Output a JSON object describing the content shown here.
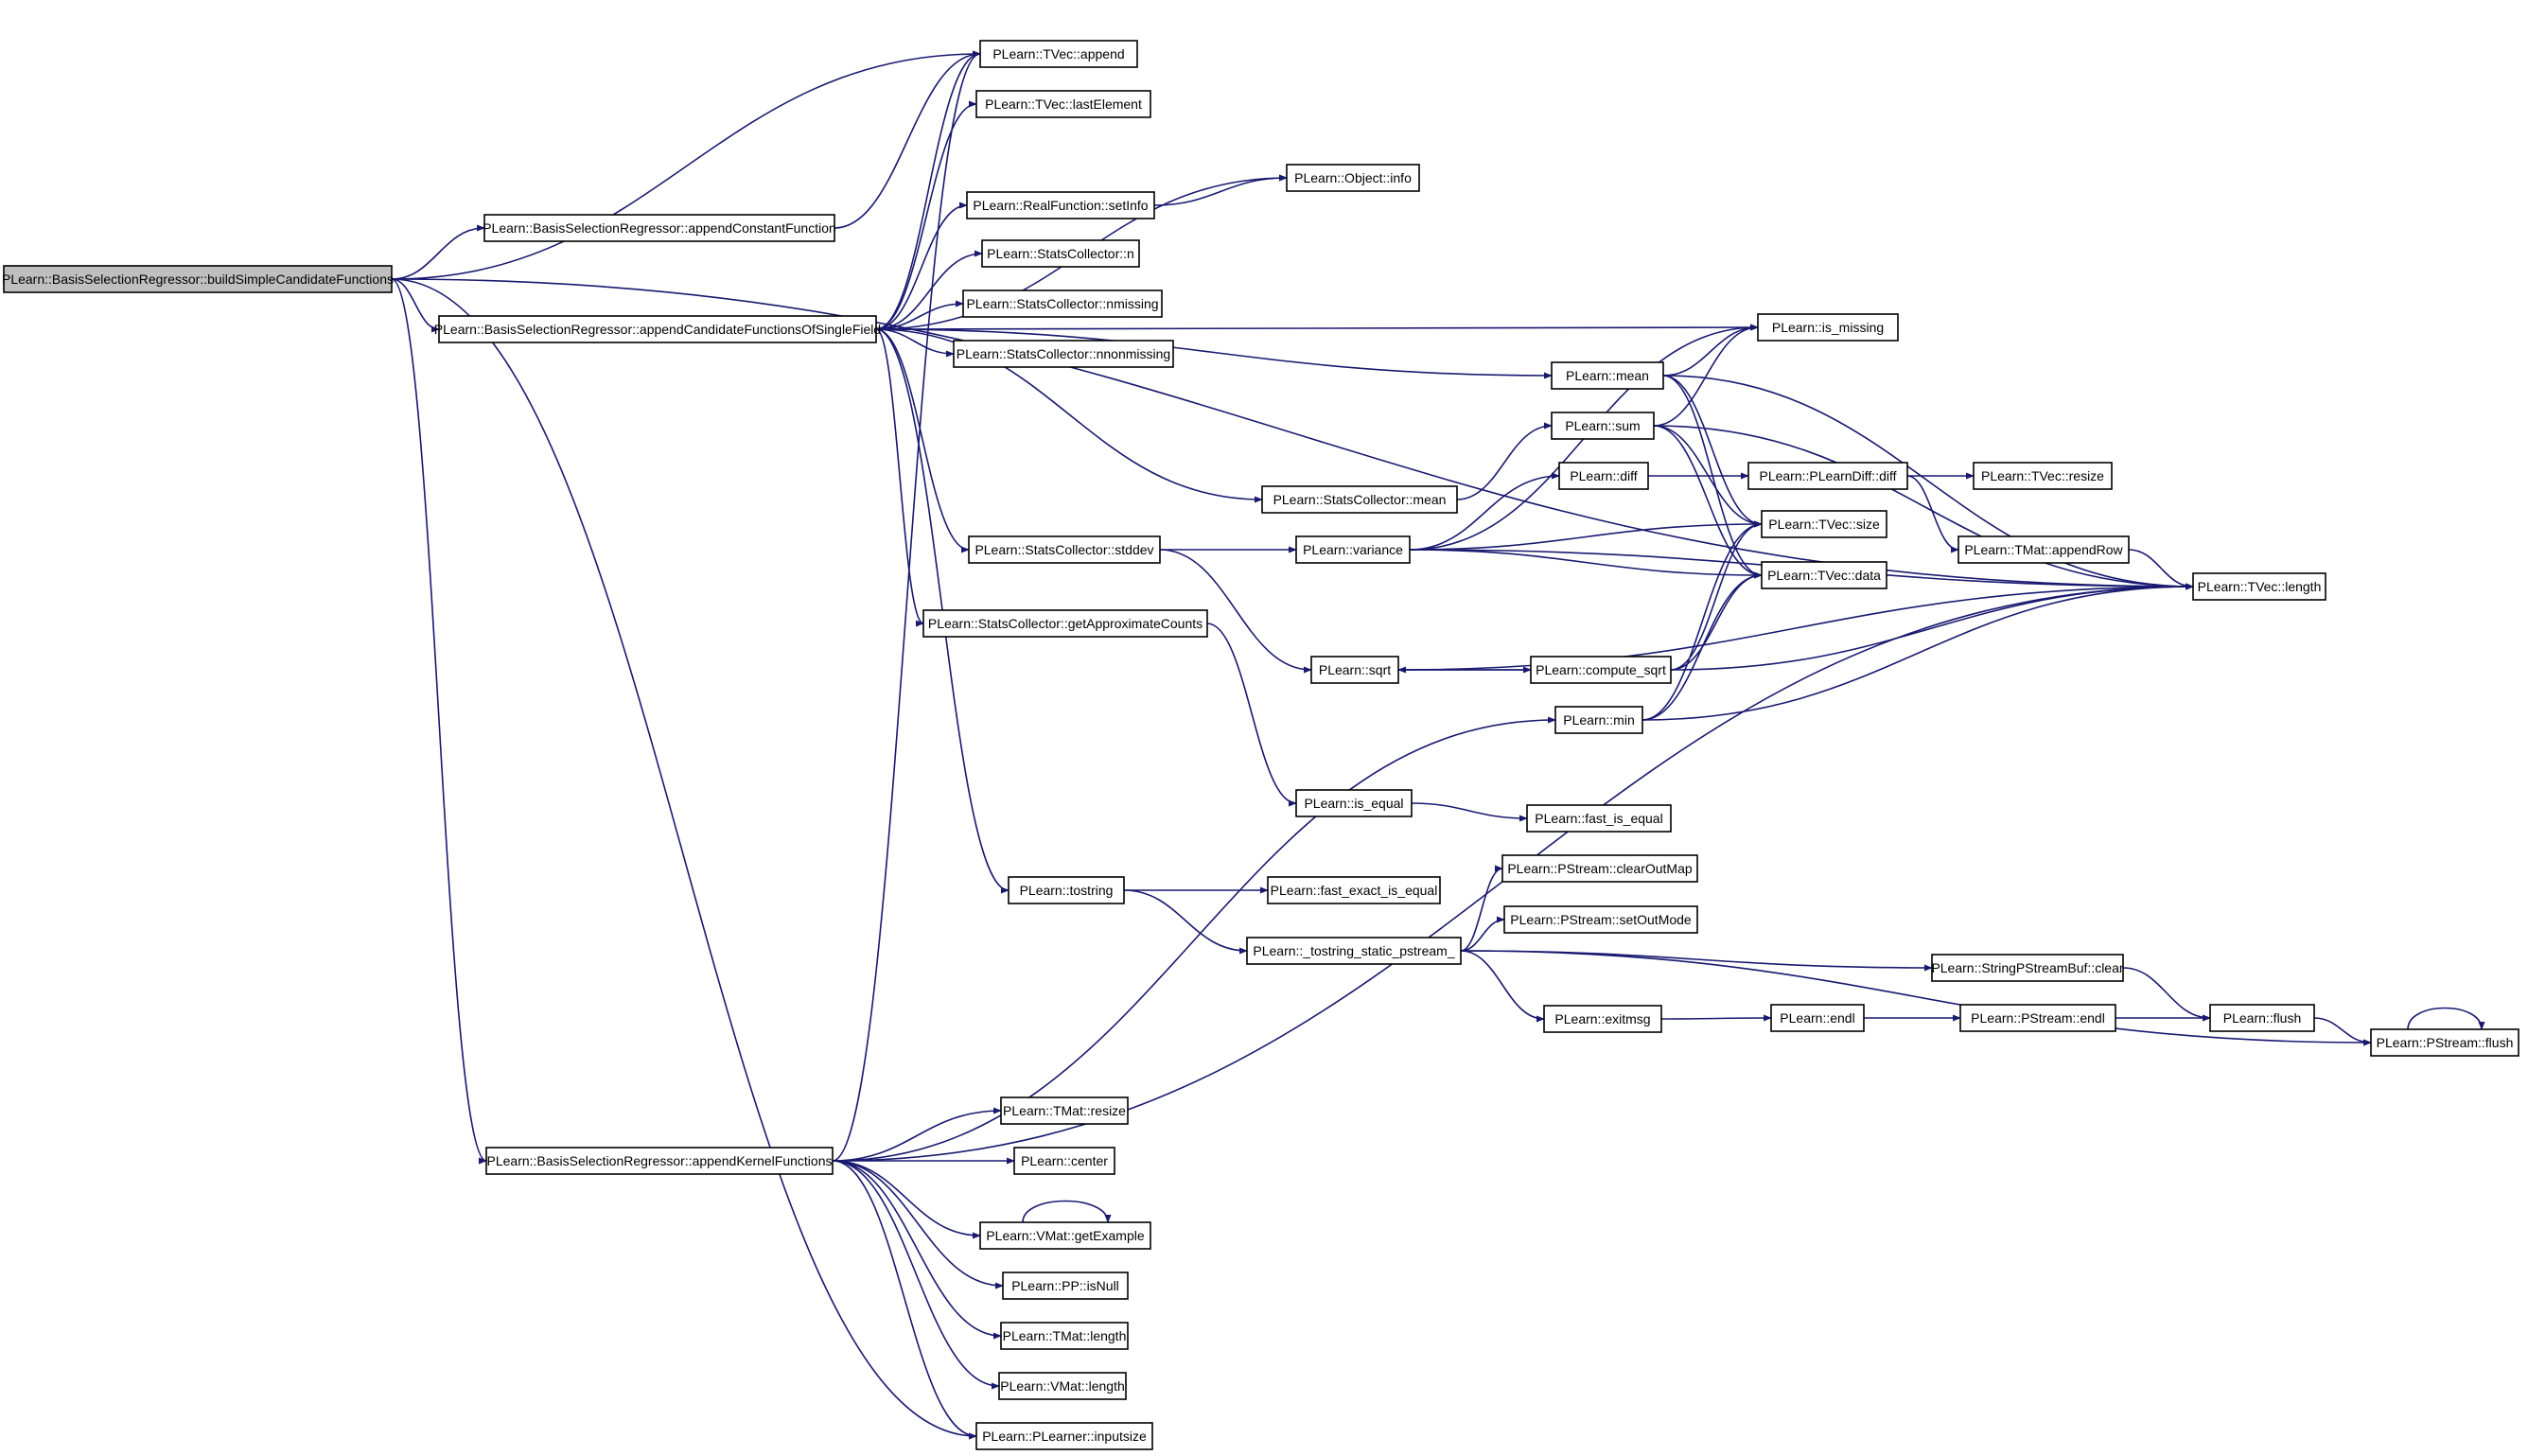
{
  "diagram": {
    "title": "",
    "edge_color": "#191970",
    "root_fill": "#bfbfbf",
    "nodes": [
      {
        "id": "root",
        "label": "PLearn::BasisSelectionRegressor::buildSimpleCandidateFunctions"
      },
      {
        "id": "appendConst",
        "label": "PLearn::BasisSelectionRegressor::appendConstantFunction"
      },
      {
        "id": "appendCand",
        "label": "PLearn::BasisSelectionRegressor::appendCandidateFunctionsOfSingleField"
      },
      {
        "id": "appendKernel",
        "label": "PLearn::BasisSelectionRegressor::appendKernelFunctions"
      },
      {
        "id": "tvecAppend",
        "label": "PLearn::TVec::append"
      },
      {
        "id": "tvecLast",
        "label": "PLearn::TVec::lastElement"
      },
      {
        "id": "objInfo",
        "label": "PLearn::Object::info"
      },
      {
        "id": "rfSetInfo",
        "label": "PLearn::RealFunction::setInfo"
      },
      {
        "id": "scN",
        "label": "PLearn::StatsCollector::n"
      },
      {
        "id": "scNmissing",
        "label": "PLearn::StatsCollector::nmissing"
      },
      {
        "id": "scNnon",
        "label": "PLearn::StatsCollector::nnonmissing"
      },
      {
        "id": "isMissing",
        "label": "PLearn::is_missing"
      },
      {
        "id": "mean",
        "label": "PLearn::mean"
      },
      {
        "id": "sum",
        "label": "PLearn::sum"
      },
      {
        "id": "scMean",
        "label": "PLearn::StatsCollector::mean"
      },
      {
        "id": "diff",
        "label": "PLearn::diff"
      },
      {
        "id": "plDiff",
        "label": "PLearn::PLearnDiff::diff"
      },
      {
        "id": "tvecResize",
        "label": "PLearn::TVec::resize"
      },
      {
        "id": "tvecSize",
        "label": "PLearn::TVec::size"
      },
      {
        "id": "scStddev",
        "label": "PLearn::StatsCollector::stddev"
      },
      {
        "id": "variance",
        "label": "PLearn::variance"
      },
      {
        "id": "tmatAppendRow",
        "label": "PLearn::TMat::appendRow"
      },
      {
        "id": "tvecData",
        "label": "PLearn::TVec::data"
      },
      {
        "id": "tvecLength",
        "label": "PLearn::TVec::length"
      },
      {
        "id": "scApprox",
        "label": "PLearn::StatsCollector::getApproximateCounts"
      },
      {
        "id": "sqrt",
        "label": "PLearn::sqrt"
      },
      {
        "id": "computeSqrt",
        "label": "PLearn::compute_sqrt"
      },
      {
        "id": "min",
        "label": "PLearn::min"
      },
      {
        "id": "isEqual",
        "label": "PLearn::is_equal"
      },
      {
        "id": "fastIsEqual",
        "label": "PLearn::fast_is_equal"
      },
      {
        "id": "tostring",
        "label": "PLearn::tostring"
      },
      {
        "id": "fastExact",
        "label": "PLearn::fast_exact_is_equal"
      },
      {
        "id": "psClearOut",
        "label": "PLearn::PStream::clearOutMap"
      },
      {
        "id": "psSetOut",
        "label": "PLearn::PStream::setOutMode"
      },
      {
        "id": "tostringStatic",
        "label": "PLearn::_tostring_static_pstream_"
      },
      {
        "id": "spbClear",
        "label": "PLearn::StringPStreamBuf::clear"
      },
      {
        "id": "exitmsg",
        "label": "PLearn::exitmsg"
      },
      {
        "id": "endl",
        "label": "PLearn::endl"
      },
      {
        "id": "psEndl",
        "label": "PLearn::PStream::endl"
      },
      {
        "id": "flush",
        "label": "PLearn::flush"
      },
      {
        "id": "psFlush",
        "label": "PLearn::PStream::flush"
      },
      {
        "id": "tmatResize",
        "label": "PLearn::TMat::resize"
      },
      {
        "id": "center",
        "label": "PLearn::center"
      },
      {
        "id": "vmatGetEx",
        "label": "PLearn::VMat::getExample"
      },
      {
        "id": "ppIsNull",
        "label": "PLearn::PP::isNull"
      },
      {
        "id": "tmatLength",
        "label": "PLearn::TMat::length"
      },
      {
        "id": "vmatLength",
        "label": "PLearn::VMat::length"
      },
      {
        "id": "inputsize",
        "label": "PLearn::PLearner::inputsize"
      }
    ],
    "edges": [
      [
        "root",
        "tvecLength"
      ],
      [
        "root",
        "tvecAppend"
      ],
      [
        "root",
        "appendConst"
      ],
      [
        "root",
        "appendCand"
      ],
      [
        "root",
        "appendKernel"
      ],
      [
        "root",
        "inputsize"
      ],
      [
        "appendConst",
        "tvecAppend"
      ],
      [
        "appendCand",
        "tvecAppend"
      ],
      [
        "appendCand",
        "tvecLast"
      ],
      [
        "appendCand",
        "objInfo"
      ],
      [
        "appendCand",
        "rfSetInfo"
      ],
      [
        "appendCand",
        "scN"
      ],
      [
        "appendCand",
        "scNmissing"
      ],
      [
        "appendCand",
        "scNnon"
      ],
      [
        "appendCand",
        "isMissing"
      ],
      [
        "appendCand",
        "mean"
      ],
      [
        "appendCand",
        "scMean"
      ],
      [
        "appendCand",
        "scStddev"
      ],
      [
        "appendCand",
        "scApprox"
      ],
      [
        "appendCand",
        "tostring"
      ],
      [
        "rfSetInfo",
        "objInfo"
      ],
      [
        "mean",
        "isMissing"
      ],
      [
        "mean",
        "tvecSize"
      ],
      [
        "mean",
        "tvecData"
      ],
      [
        "mean",
        "tvecLength"
      ],
      [
        "sum",
        "isMissing"
      ],
      [
        "sum",
        "tvecSize"
      ],
      [
        "sum",
        "tvecData"
      ],
      [
        "sum",
        "tvecLength"
      ],
      [
        "scMean",
        "sum"
      ],
      [
        "diff",
        "plDiff"
      ],
      [
        "plDiff",
        "tvecResize"
      ],
      [
        "plDiff",
        "tmatAppendRow"
      ],
      [
        "tmatAppendRow",
        "tvecLength"
      ],
      [
        "scStddev",
        "variance"
      ],
      [
        "scStddev",
        "sqrt"
      ],
      [
        "variance",
        "isMissing"
      ],
      [
        "variance",
        "diff"
      ],
      [
        "variance",
        "tvecSize"
      ],
      [
        "variance",
        "tvecData"
      ],
      [
        "variance",
        "tvecLength"
      ],
      [
        "scApprox",
        "isEqual"
      ],
      [
        "sqrt",
        "computeSqrt"
      ],
      [
        "sqrt",
        "tvecLength"
      ],
      [
        "computeSqrt",
        "sqrt"
      ],
      [
        "computeSqrt",
        "tvecSize"
      ],
      [
        "computeSqrt",
        "tvecData"
      ],
      [
        "computeSqrt",
        "tvecLength"
      ],
      [
        "min",
        "tvecSize"
      ],
      [
        "min",
        "tvecData"
      ],
      [
        "min",
        "tvecLength"
      ],
      [
        "isEqual",
        "fastIsEqual"
      ],
      [
        "tostring",
        "fastExact"
      ],
      [
        "tostring",
        "tostringStatic"
      ],
      [
        "tostringStatic",
        "psClearOut"
      ],
      [
        "tostringStatic",
        "psSetOut"
      ],
      [
        "tostringStatic",
        "spbClear"
      ],
      [
        "tostringStatic",
        "exitmsg"
      ],
      [
        "tostringStatic",
        "psFlush"
      ],
      [
        "spbClear",
        "flush"
      ],
      [
        "exitmsg",
        "endl"
      ],
      [
        "endl",
        "psEndl"
      ],
      [
        "psEndl",
        "flush"
      ],
      [
        "flush",
        "psFlush"
      ],
      [
        "psFlush",
        "psFlush"
      ],
      [
        "appendKernel",
        "tvecAppend"
      ],
      [
        "appendKernel",
        "min"
      ],
      [
        "appendKernel",
        "tvecLength"
      ],
      [
        "appendKernel",
        "tmatResize"
      ],
      [
        "appendKernel",
        "center"
      ],
      [
        "appendKernel",
        "vmatGetEx"
      ],
      [
        "appendKernel",
        "ppIsNull"
      ],
      [
        "appendKernel",
        "tmatLength"
      ],
      [
        "appendKernel",
        "vmatLength"
      ],
      [
        "appendKernel",
        "inputsize"
      ],
      [
        "vmatGetEx",
        "vmatGetEx"
      ]
    ]
  }
}
